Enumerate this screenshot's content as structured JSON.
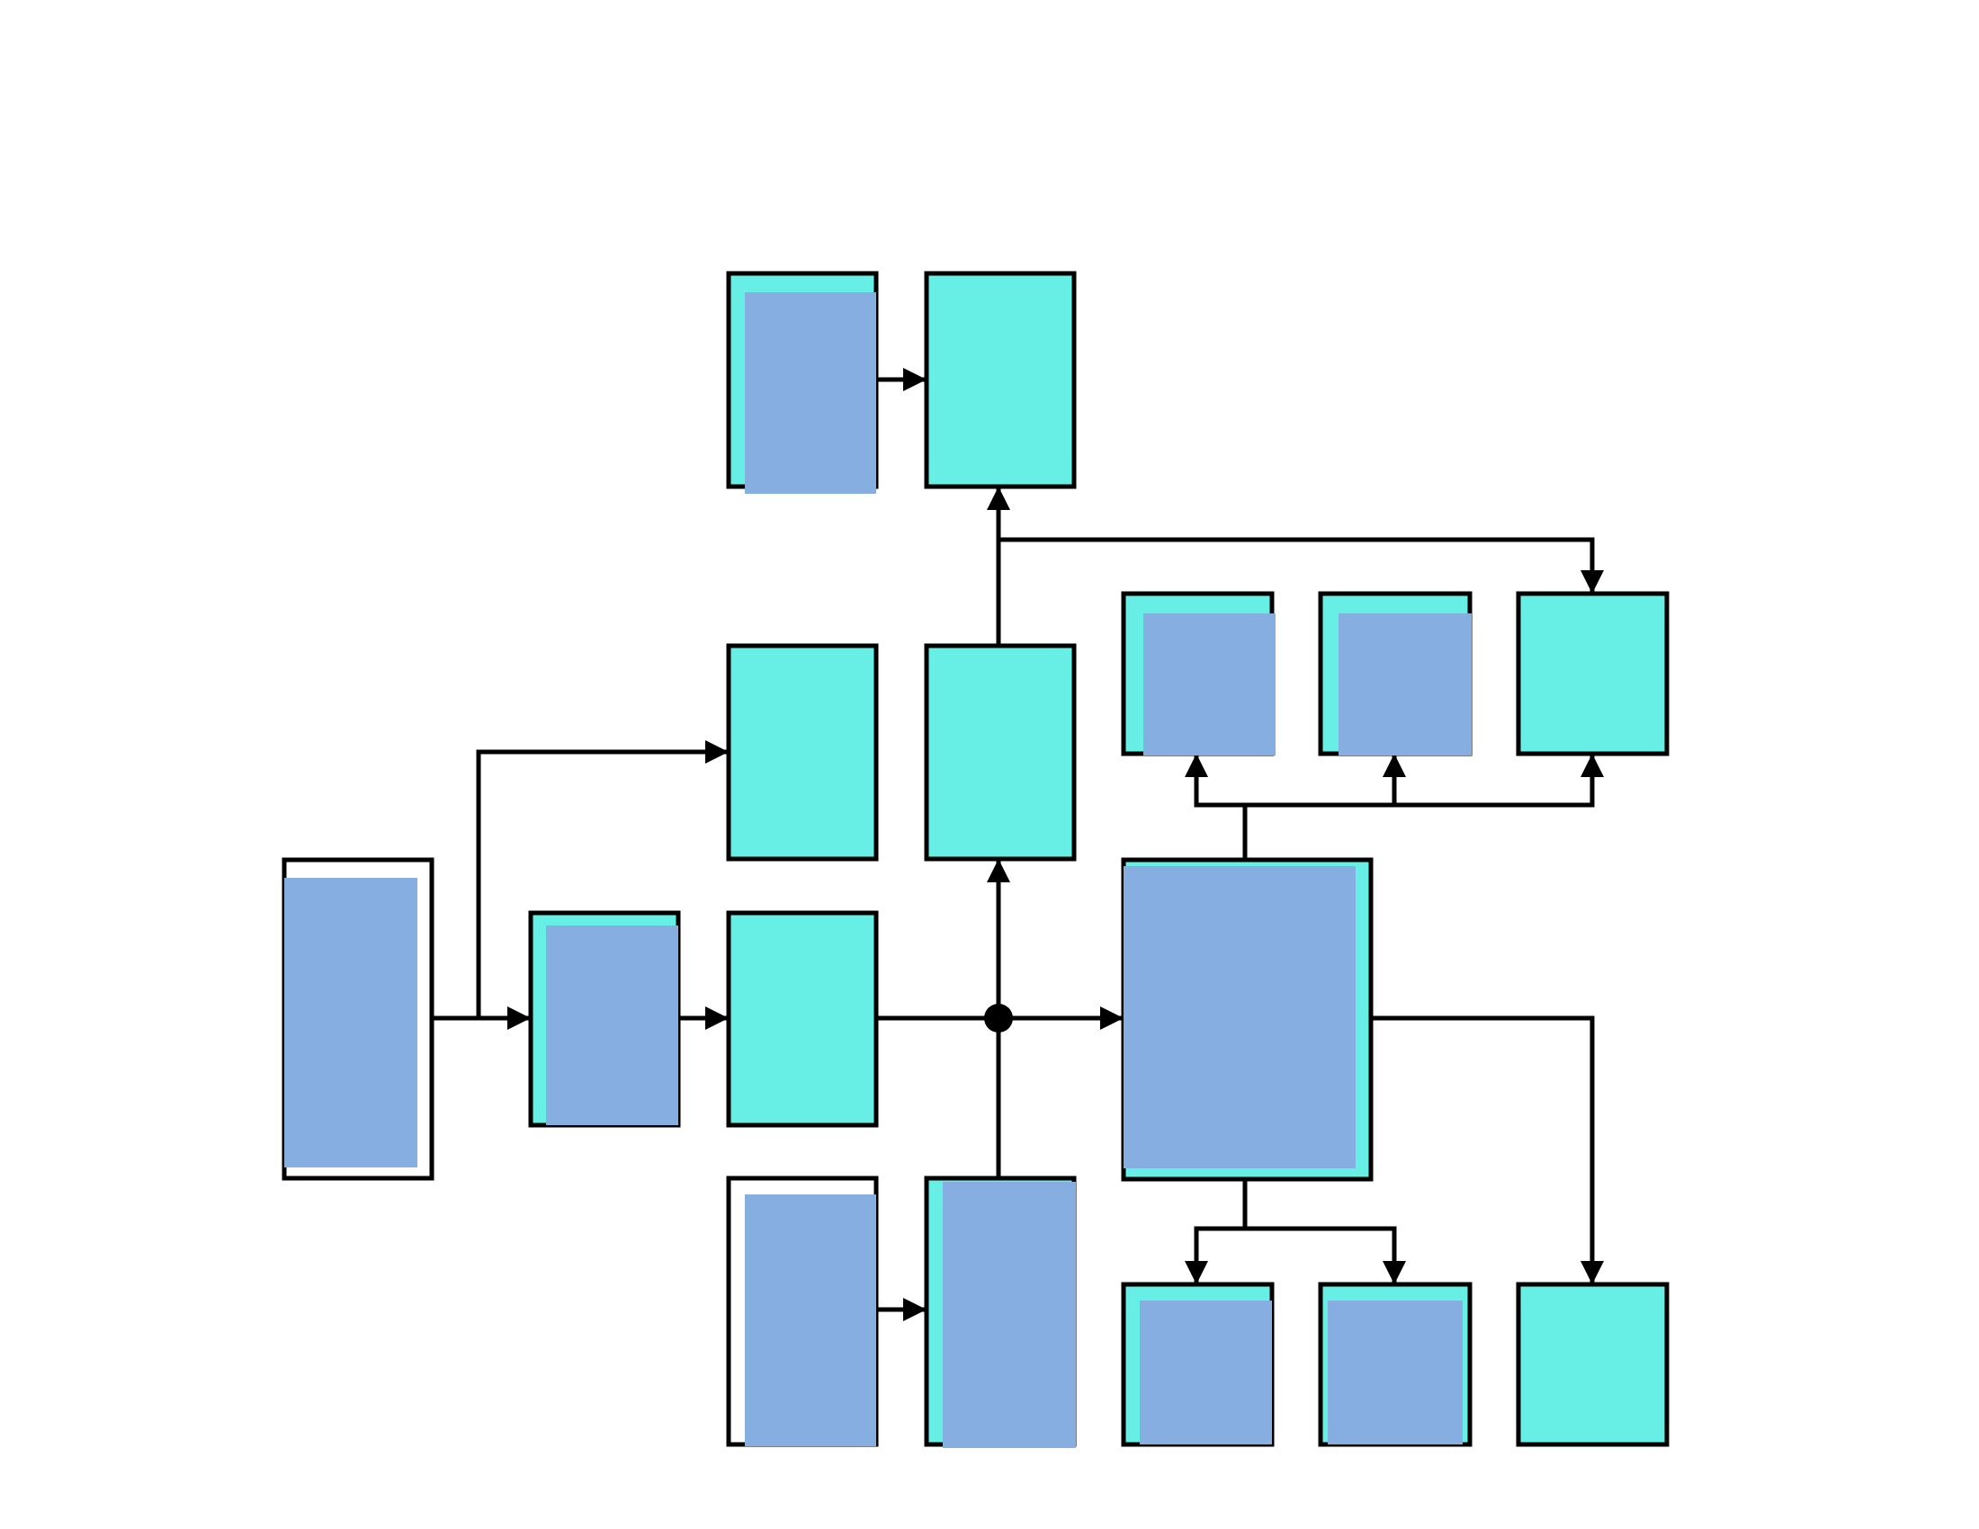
{
  "colors": {
    "background": "#ffffff",
    "node_fill": "#67efe5",
    "node_overlay": "#86aee0",
    "blank_fill": "#ffffff",
    "stroke": "#000000"
  },
  "nodes": [
    {
      "id": "input-node",
      "style": "blank",
      "overlay": true
    },
    {
      "id": "branch-node-top",
      "style": "teal",
      "overlay": false
    },
    {
      "id": "stage-node",
      "style": "teal",
      "overlay": true
    },
    {
      "id": "process-node",
      "style": "teal",
      "overlay": false
    },
    {
      "id": "upper-left-node",
      "style": "teal",
      "overlay": true
    },
    {
      "id": "upper-right-node",
      "style": "teal",
      "overlay": false
    },
    {
      "id": "riser-node",
      "style": "teal",
      "overlay": false
    },
    {
      "id": "lower-left-node",
      "style": "blank",
      "overlay": true
    },
    {
      "id": "lower-right-node",
      "style": "teal",
      "overlay": true
    },
    {
      "id": "hub-node",
      "style": "teal",
      "overlay": true
    },
    {
      "id": "top-row-node-1",
      "style": "teal",
      "overlay": true
    },
    {
      "id": "top-row-node-2",
      "style": "teal",
      "overlay": true
    },
    {
      "id": "top-row-node-3",
      "style": "teal",
      "overlay": false
    },
    {
      "id": "bottom-row-node-1",
      "style": "teal",
      "overlay": true
    },
    {
      "id": "bottom-row-node-2",
      "style": "teal",
      "overlay": true
    },
    {
      "id": "bottom-row-node-3",
      "style": "teal",
      "overlay": false
    }
  ],
  "edges": [
    {
      "from": "input-node",
      "to": "stage-node"
    },
    {
      "from": "input-node",
      "to": "branch-node-top"
    },
    {
      "from": "stage-node",
      "to": "process-node"
    },
    {
      "from": "process-node",
      "to": "hub-node"
    },
    {
      "from": "process-node",
      "to": "riser-node"
    },
    {
      "from": "lower-right-node",
      "to": "riser-node"
    },
    {
      "from": "riser-node",
      "to": "upper-right-node"
    },
    {
      "from": "riser-node",
      "to": "top-row-node-3"
    },
    {
      "from": "upper-left-node",
      "to": "upper-right-node"
    },
    {
      "from": "lower-left-node",
      "to": "lower-right-node"
    },
    {
      "from": "hub-node",
      "to": "top-row-node-1"
    },
    {
      "from": "hub-node",
      "to": "top-row-node-2"
    },
    {
      "from": "hub-node",
      "to": "top-row-node-3"
    },
    {
      "from": "hub-node",
      "to": "bottom-row-node-1"
    },
    {
      "from": "hub-node",
      "to": "bottom-row-node-2"
    },
    {
      "from": "hub-node",
      "to": "bottom-row-node-3"
    }
  ]
}
